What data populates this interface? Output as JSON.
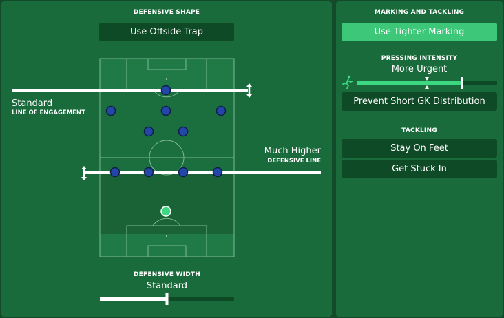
{
  "left": {
    "defensive_shape_title": "DEFENSIVE SHAPE",
    "offside_trap_label": "Use Offside Trap",
    "line_of_engagement": {
      "value": "Standard",
      "label": "LINE OF ENGAGEMENT"
    },
    "defensive_line": {
      "value": "Much Higher",
      "label": "DEFENSIVE LINE"
    },
    "defensive_width": {
      "title": "DEFENSIVE WIDTH",
      "value": "Standard",
      "level": 0.5
    }
  },
  "right": {
    "marking_title": "MARKING AND TACKLING",
    "tighter_marking_label": "Use Tighter Marking",
    "pressing": {
      "title": "PRESSING INTENSITY",
      "value": "More Urgent",
      "level": 0.75,
      "marker": 0.5
    },
    "prevent_gk_label": "Prevent Short GK Distribution",
    "tackling_title": "TACKLING",
    "stay_on_feet_label": "Stay On Feet",
    "get_stuck_in_label": "Get Stuck In"
  },
  "colors": {
    "panel": "#1a6b3c",
    "button": "#0f4a27",
    "active_button": "#3cc878",
    "player": "#2346a8",
    "goalkeeper": "#3cd882",
    "pitch": "#1f7a45",
    "highlight_zone": "#186035"
  },
  "icons": {
    "pressing_icon": "running-person-icon"
  }
}
